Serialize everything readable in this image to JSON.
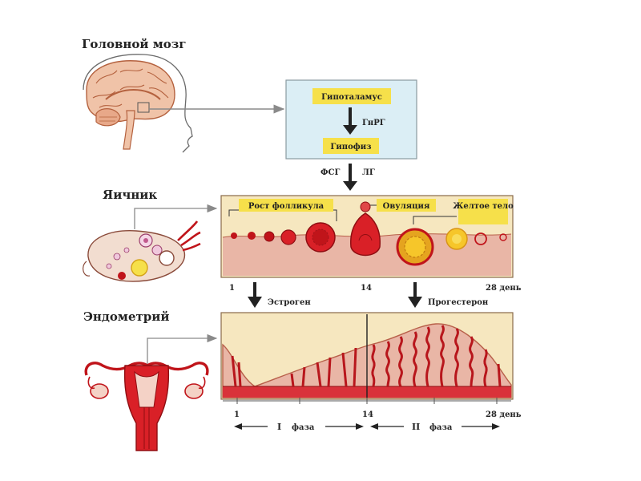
{
  "labels": {
    "brain": "Головной мозг",
    "ovary": "Яичник",
    "endometrium": "Эндометрий"
  },
  "hormone_box": {
    "hypothalamus": "Гипоталамус",
    "pituitary": "Гипофиз",
    "gnrh": "ГнРГ",
    "fsh": "ФСГ",
    "lh": "ЛГ"
  },
  "ovary_panel": {
    "follicle_growth": "Рост фолликула",
    "ovulation": "Овуляция",
    "corpus_luteum": "Желтое тело",
    "day_start": "1",
    "day_mid": "14",
    "day_end": "28 день"
  },
  "hormones": {
    "estrogen": "Эстроген",
    "progesterone": "Прогестерон"
  },
  "endometrium_panel": {
    "day_start": "1",
    "day_mid": "14",
    "day_end": "28 день",
    "phase1_num": "I",
    "phase1_word": "фаза",
    "phase2_num": "II",
    "phase2_word": "фаза"
  },
  "colors": {
    "box_fill": "#dbeef5",
    "label_fill": "#f6e04a",
    "panel_fill": "#f6e7bf",
    "tissue": "#e9b6a6",
    "red": "#c0141a",
    "dark_red": "#8f0e12",
    "yellow": "#f2b42a",
    "arrow": "#222222"
  }
}
